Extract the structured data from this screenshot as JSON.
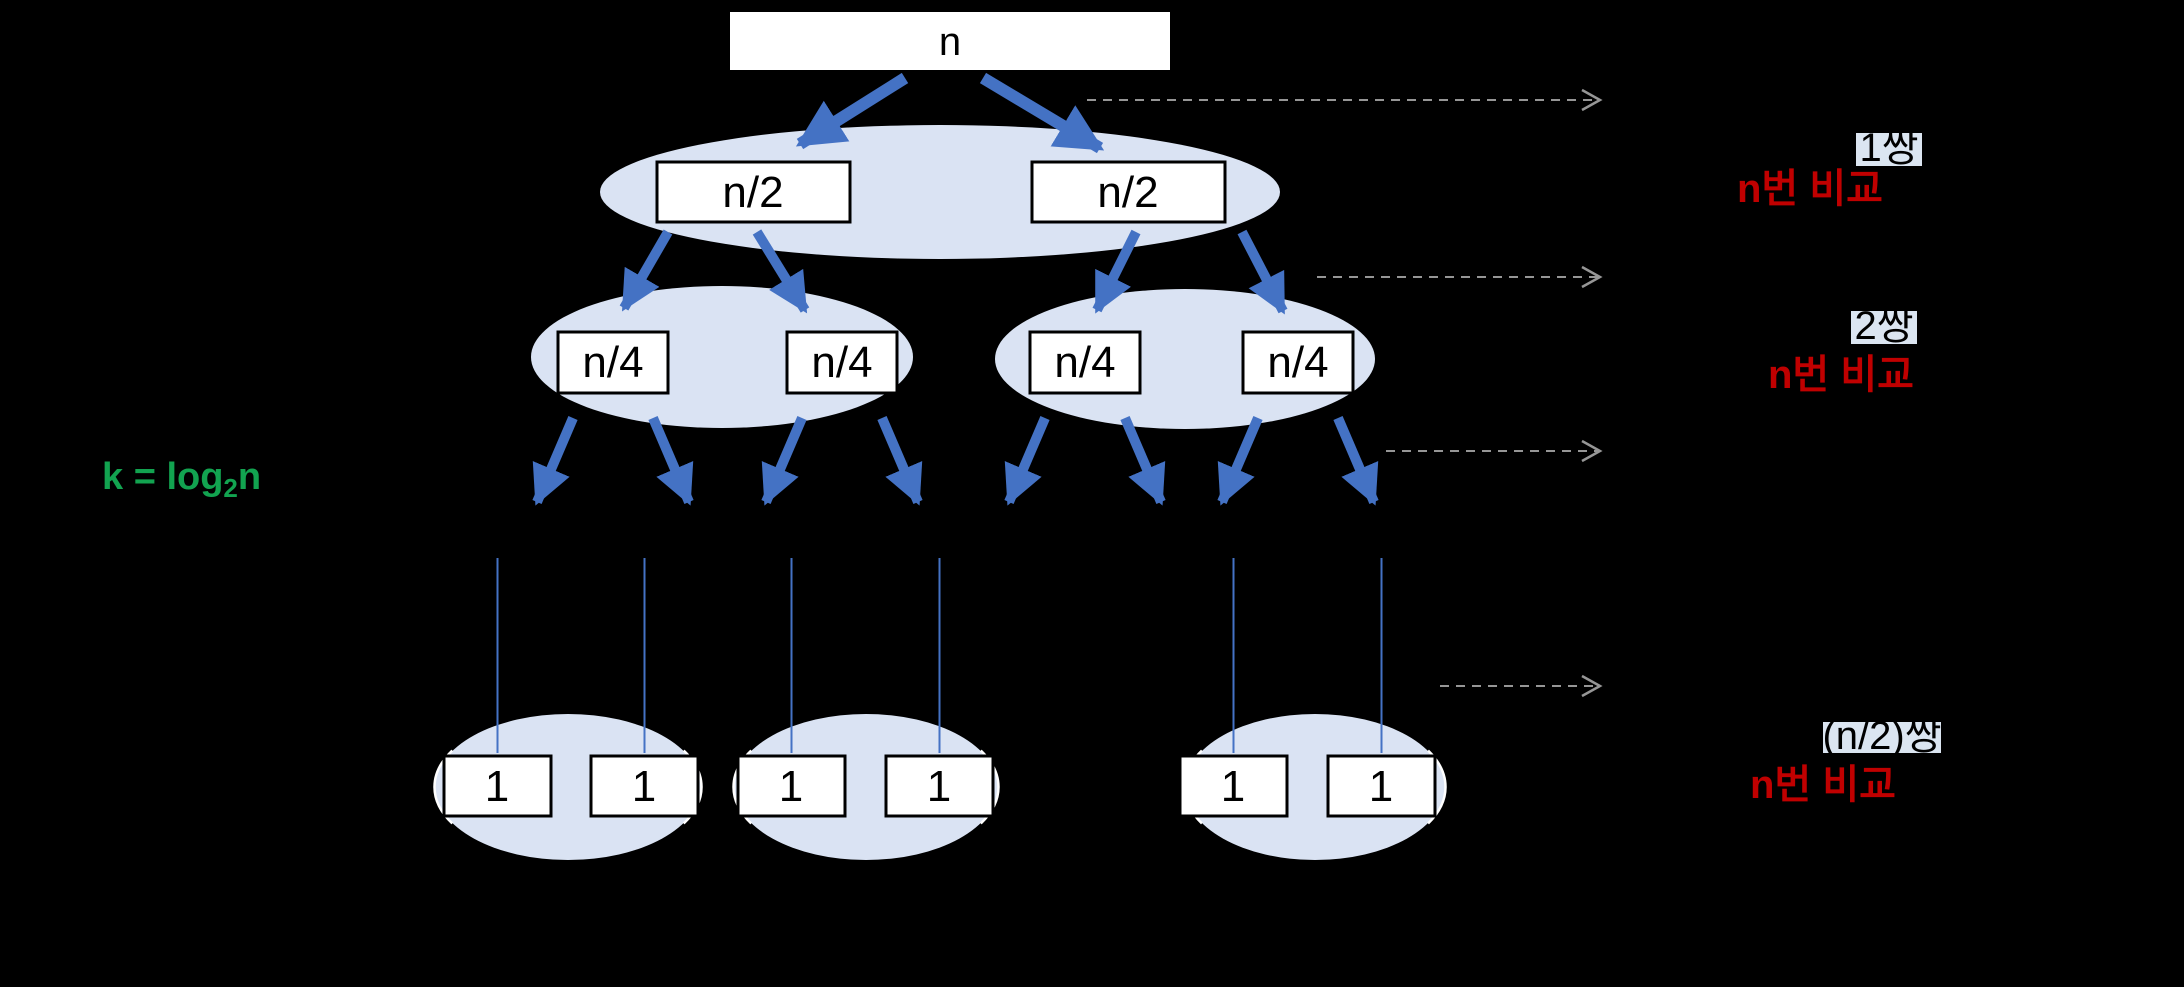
{
  "colors": {
    "bg": "#000000",
    "blue": "#4472c4",
    "light": "#dae3f3",
    "red": "#c00000",
    "green": "#12a350",
    "gray": "#969696",
    "highlight": "#dbe5f1"
  },
  "tree": {
    "root": "n",
    "level2": [
      "n/2",
      "n/2"
    ],
    "level3": [
      "n/4",
      "n/4",
      "n/4",
      "n/4"
    ],
    "leaves": [
      "1",
      "1",
      "1",
      "1",
      "1",
      "1"
    ]
  },
  "formula": {
    "prefix": "k = log",
    "sub": "2",
    "suffix": "n",
    "full": "k = log2n"
  },
  "right_annotations": [
    {
      "pair": "1쌍",
      "comparisons": "n번 비교"
    },
    {
      "pair": "2쌍",
      "comparisons": "n번 비교"
    },
    {
      "pair": "(n/2)쌍",
      "comparisons": "n번 비교"
    }
  ]
}
